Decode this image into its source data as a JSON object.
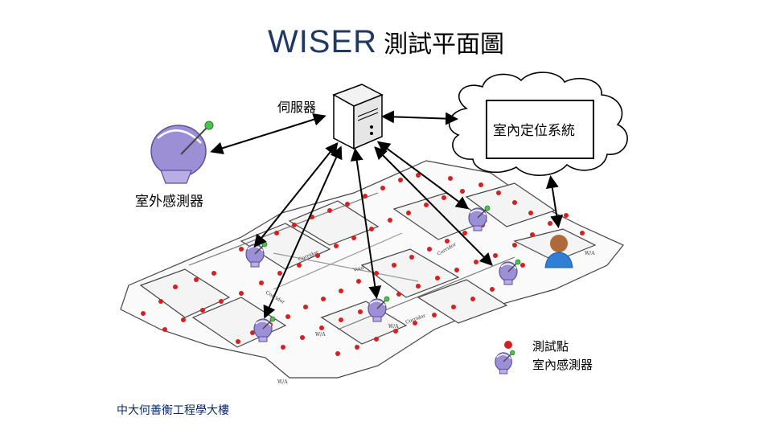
{
  "title": {
    "main": "WISER",
    "sub": "測試平面圖"
  },
  "labels": {
    "server": "伺服器",
    "outdoor_sensor": "室外感測器",
    "positioning_system": "室內定位系統",
    "building": "中大何善衡工程學大樓"
  },
  "floorplan_text": {
    "corridor_1": "Corridor",
    "corridor_2": "Corridor",
    "corridor_3": "Corridor",
    "corridor_4": "Corridor",
    "void": "Void",
    "wa_1": "W/A",
    "wa_2": "W/A",
    "wa_3": "W/A",
    "wa_4": "W/A"
  },
  "legend": {
    "test_point": "測試點",
    "indoor_sensor": "室內感測器"
  },
  "colors": {
    "title": "#1f3864",
    "test_point": "#d62020",
    "arrow": "#000000",
    "sensor": "#8a78c9",
    "person": "#2f7fd6"
  }
}
